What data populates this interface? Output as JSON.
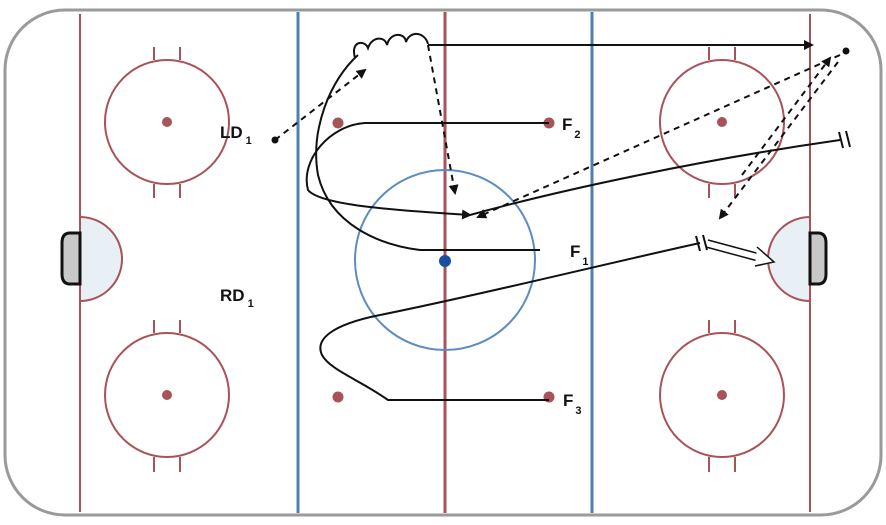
{
  "labels": {
    "ld": {
      "main": "LD",
      "sub": "1"
    },
    "rd": {
      "main": "RD",
      "sub": "1"
    },
    "f1": {
      "main": "F",
      "sub": "1"
    },
    "f2": {
      "main": "F",
      "sub": "2"
    },
    "f3": {
      "main": "F",
      "sub": "3"
    }
  },
  "colors": {
    "board": "#9a9a9a",
    "red_line": "#a8525a",
    "blue_line": "#4f7fb0",
    "circle": "#a8525a",
    "center_circle": "#5d8cbf",
    "crease_fill": "#e8f0f6",
    "net_fill": "#c8c8c8",
    "center_dot": "#1a4fa0",
    "path": "#111111"
  }
}
